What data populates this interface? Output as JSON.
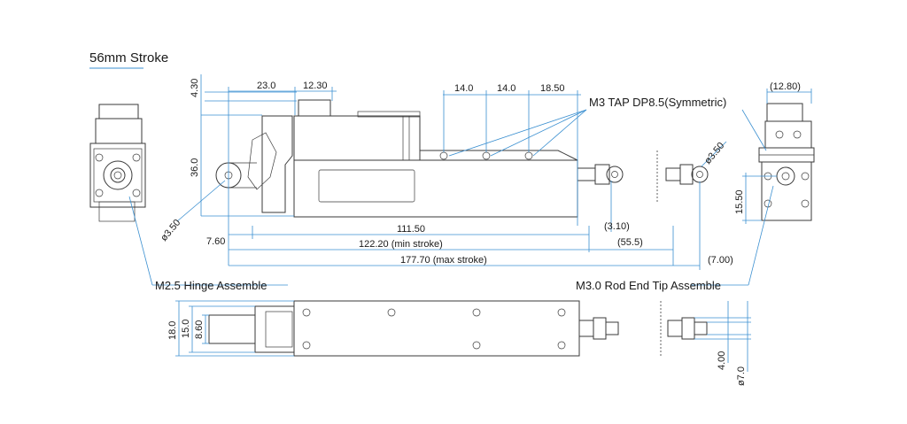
{
  "title": "56mm Stroke",
  "colors": {
    "dimension": "#3a8fd0",
    "line": "#3a3a3a",
    "text": "#1a1a1a"
  },
  "labels": {
    "tap": "M3 TAP DP8.5(Symmetric)",
    "hinge": "M2.5 Hinge Assemble",
    "rod_end": "M3.0 Rod End Tip Assemble"
  },
  "dims": {
    "d_430": "4.30",
    "d_230": "23.0",
    "d_1230": "12.30",
    "d_140a": "14.0",
    "d_140b": "14.0",
    "d_1850": "18.50",
    "d_1280": "(12.80)",
    "d_360": "36.0",
    "d_phi350_left": "ø3.50",
    "d_phi350_right": "ø3.50",
    "d_1550": "15.50",
    "d_760": "7.60",
    "d_11150": "111.50",
    "d_310": "(3.10)",
    "d_12220": "122.20 (min stroke)",
    "d_555": "(55.5)",
    "d_17770": "177.70 (max stroke)",
    "d_700": "(7.00)",
    "d_180": "18.0",
    "d_150": "15.0",
    "d_860": "8.60",
    "d_400": "4.00",
    "d_phi70": "ø7.0"
  }
}
